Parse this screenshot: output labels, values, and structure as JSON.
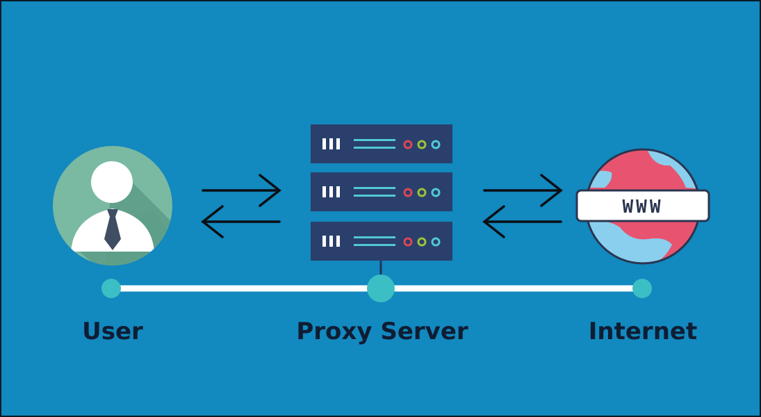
{
  "nodes": {
    "user": "User",
    "proxy": "Proxy Server",
    "internet": "Internet"
  },
  "globe_text": "WWW",
  "icons": {
    "user": "user-avatar-icon",
    "server": "server-rack-icon",
    "globe": "globe-www-icon",
    "arrows": "bidirectional-arrows-icon"
  },
  "colors": {
    "background": "#1289bf",
    "server_unit": "#2a3f6b",
    "connector": "#ffffff",
    "node_dot": "#3bbfc4",
    "avatar_circle": "#7ab9a2",
    "globe_land": "#e85470",
    "globe_sea": "#8ad0ee",
    "led_red": "#e04555",
    "led_green": "#9cc23a",
    "led_cyan": "#52c9d4",
    "label_text": "#0f1d33"
  }
}
